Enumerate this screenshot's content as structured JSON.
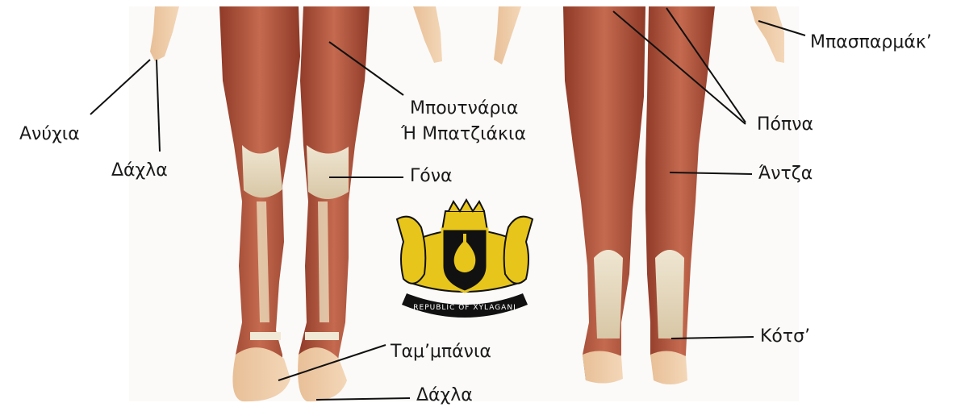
{
  "labels": {
    "nails": "Ανύχια",
    "finger_top": "Δάχλα",
    "thigh_line1": "Μπουτνάρια",
    "thigh_line2": "Ή Μπατζιάκια",
    "knee": "Γόνα",
    "ankle": "Ταμ’μπάνια",
    "toe": "Δάχλα",
    "thumb": "Μπασπαρμάκ’",
    "buttocks": "Πόπνα",
    "calf": "Άντζα",
    "heel": "Κότσ’"
  },
  "emblem": {
    "banner_text": "REPUBLIC OF XYLAGANI"
  },
  "colors": {
    "muscle": "#b5533c",
    "muscle_light": "#d98a6e",
    "tendon": "#e6dcc4",
    "skin": "#e9c29c",
    "emblem_gold": "#e7c51b",
    "emblem_black": "#111111"
  }
}
